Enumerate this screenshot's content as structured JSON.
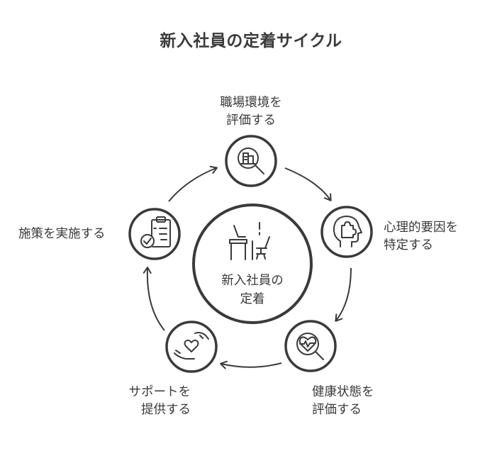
{
  "title": "新入社員の定着サイクル",
  "center": {
    "line1": "新入社員の",
    "line2": "定着"
  },
  "steps": [
    {
      "line1": "職場環境を",
      "line2": "評価する",
      "icon": "workplace-search-icon"
    },
    {
      "line1": "心理的要因を",
      "line2": "特定する",
      "icon": "head-puzzle-icon"
    },
    {
      "line1": "健康状態を",
      "line2": "評価する",
      "icon": "heart-magnifier-icon"
    },
    {
      "line1": "サポートを",
      "line2": "提供する",
      "icon": "hands-heart-icon"
    },
    {
      "line1": "施策を実施する",
      "line2": "",
      "icon": "clipboard-check-icon"
    }
  ],
  "colors": {
    "stroke": "#3a3a3a",
    "text": "#3a3a3a",
    "background": "#ffffff"
  }
}
